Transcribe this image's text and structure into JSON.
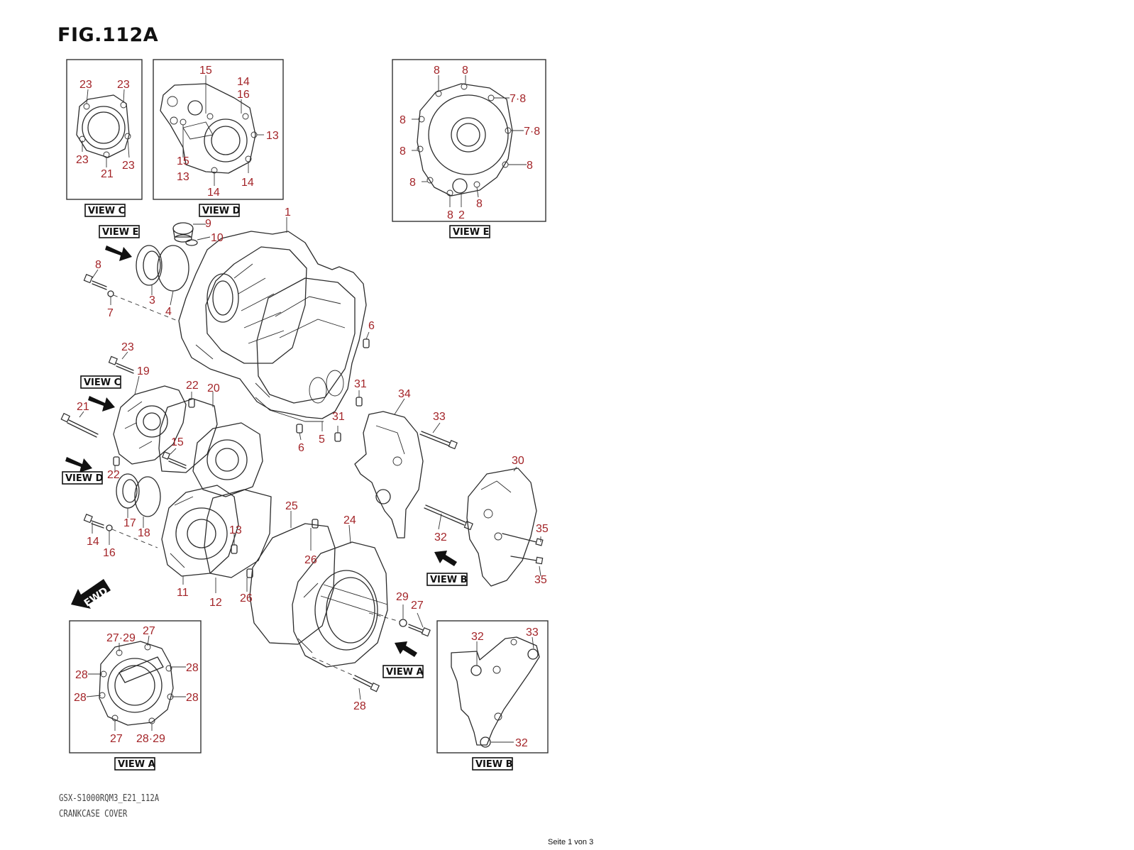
{
  "figure": {
    "title": "FIG.112A",
    "footer_code": "GSX-S1000RQM3_E21_112A",
    "footer_name": "CRANKCASE COVER",
    "page_label": "Seite 1 von 3"
  },
  "view_labels": {
    "view_a": "VIEW A",
    "view_b": "VIEW B",
    "view_c": "VIEW C",
    "view_d": "VIEW D",
    "view_e": "VIEW E"
  },
  "fwd_label": "FWD",
  "callouts": {
    "c1": "1",
    "c2": "2",
    "c3": "3",
    "c4": "4",
    "c5": "5",
    "c6": "6",
    "c7": "7",
    "c8": "8",
    "c9": "9",
    "c10": "10",
    "c11": "11",
    "c12": "12",
    "c13": "13",
    "c14": "14",
    "c15": "15",
    "c16": "16",
    "c17": "17",
    "c18": "18",
    "c19": "19",
    "c20": "20",
    "c21": "21",
    "c22": "22",
    "c23": "23",
    "c24": "24",
    "c25": "25",
    "c26": "26",
    "c27": "27",
    "c28": "28",
    "c29": "29",
    "c30": "30",
    "c31": "31",
    "c32": "32",
    "c33": "33",
    "c34": "34",
    "c35": "35",
    "c7_8": "7·8",
    "c27_29": "27·29",
    "c28_29": "28·29"
  }
}
